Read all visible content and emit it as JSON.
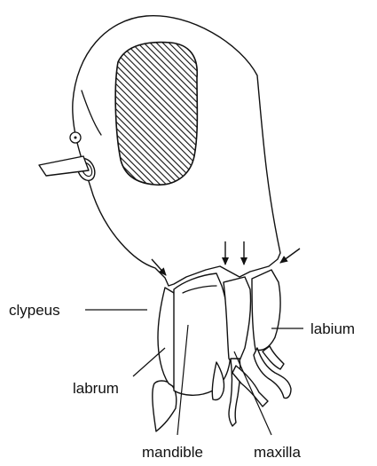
{
  "labels": {
    "clypeus": "clypeus",
    "labrum": "labrum",
    "mandible": "mandible",
    "maxilla": "maxilla",
    "labium": "labium"
  },
  "colors": {
    "stroke": "#111111",
    "background": "#ffffff"
  },
  "icons": {
    "indicator_arrow": "arrow-icon",
    "eye_pattern": "diagonal-hatch"
  }
}
